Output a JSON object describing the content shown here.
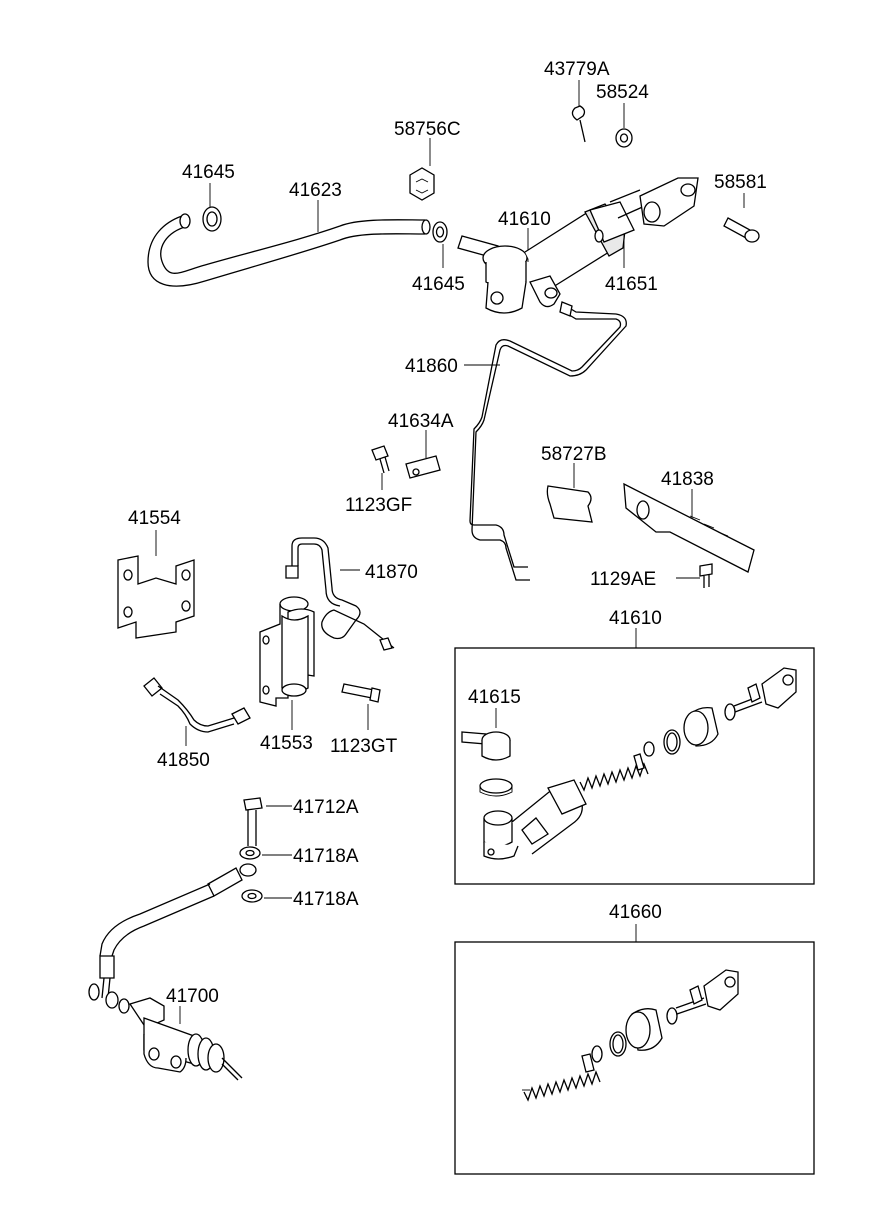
{
  "labels": {
    "l_43779A": "43779A",
    "l_58524": "58524",
    "l_58756C": "58756C",
    "l_41645_top": "41645",
    "l_41623": "41623",
    "l_41610_top": "41610",
    "l_58581": "58581",
    "l_41645_mid": "41645",
    "l_41651": "41651",
    "l_41860": "41860",
    "l_41634A": "41634A",
    "l_1123GF": "1123GF",
    "l_58727B": "58727B",
    "l_41838": "41838",
    "l_41554": "41554",
    "l_41870": "41870",
    "l_1129AE": "1129AE",
    "l_41610_box": "41610",
    "l_41615": "41615",
    "l_41850": "41850",
    "l_41553": "41553",
    "l_1123GT": "1123GT",
    "l_41712A": "41712A",
    "l_41718A_a": "41718A",
    "l_41718A_b": "41718A",
    "l_41700": "41700",
    "l_41660": "41660"
  }
}
